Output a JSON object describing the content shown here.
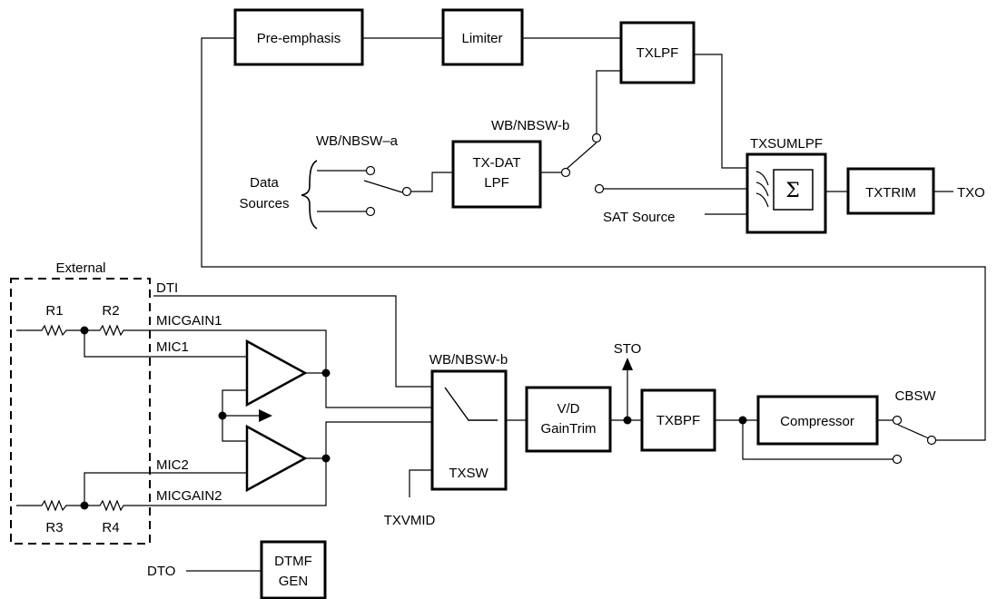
{
  "blocks": {
    "preemphasis": "Pre-emphasis",
    "limiter": "Limiter",
    "txlpf": "TXLPF",
    "txdatlpf": [
      "TX-DAT",
      "LPF"
    ],
    "txsumlpf_title": "TXSUMLPF",
    "sigma": "Σ",
    "txtrim": "TXTRIM",
    "txsw": "TXSW",
    "vd_gaintrim": [
      "V/D",
      "GainTrim"
    ],
    "txbpf": "TXBPF",
    "compressor": "Compressor",
    "dtmf_gen": [
      "DTMF",
      "GEN"
    ]
  },
  "labels": {
    "wb_nbsw_a": "WB/NBSW–a",
    "wb_nbsw_b_top": "WB/NBSW-b",
    "wb_nbsw_b_mid": "WB/NBSW-b",
    "data_sources": [
      "Data",
      "Sources"
    ],
    "sat_source": "SAT Source",
    "txo": "TXO",
    "external": "External",
    "r1": "R1",
    "r2": "R2",
    "r3": "R3",
    "r4": "R4",
    "dti": "DTI",
    "micgain1": "MICGAIN1",
    "mic1": "MIC1",
    "mic2": "MIC2",
    "micgain2": "MICGAIN2",
    "sto": "STO",
    "cbsw": "CBSW",
    "txvmid": "TXVMID",
    "dto": "DTO"
  }
}
